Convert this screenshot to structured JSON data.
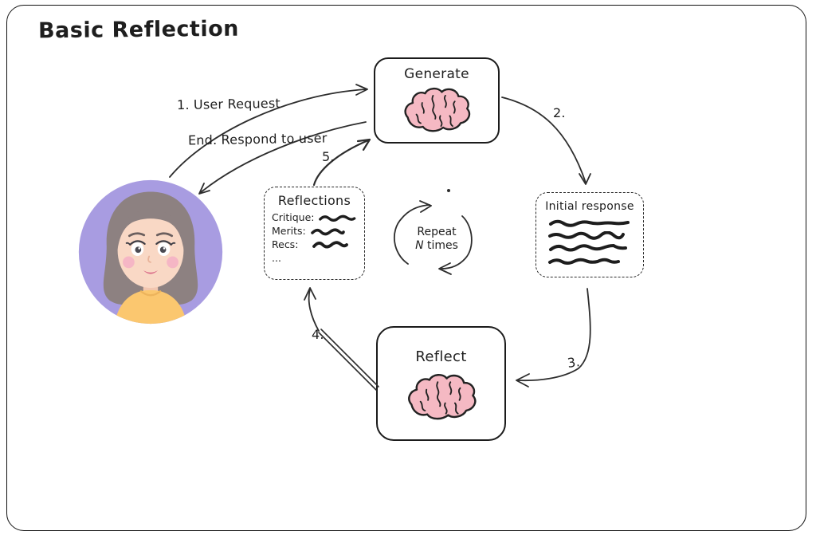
{
  "title": "Basic Reflection",
  "nodes": {
    "generate": {
      "label": "Generate",
      "icon": "brain-icon"
    },
    "initial_response": {
      "label": "Initial response",
      "scribble_lines": 4
    },
    "reflections": {
      "label": "Reflections",
      "fields": [
        "Critique:",
        "Merits:",
        "Recs:",
        "..."
      ]
    },
    "reflect": {
      "label": "Reflect",
      "icon": "brain-icon"
    }
  },
  "loop": {
    "line1": "Repeat",
    "line2_em": "N",
    "line2_rest": " times"
  },
  "arrows": {
    "user_request": "1. User Request",
    "respond": "End. Respond to user",
    "step2": "2.",
    "step3": "3.",
    "step4": "4.",
    "step5": "5."
  },
  "colors": {
    "ink": "#222222",
    "brain_fill": "#f5b9c3",
    "avatar_bg": "#a89ce1",
    "hair": "#8d8181",
    "skin": "#f9d8c5",
    "shirt": "#fbc76f",
    "blush": "#f4aec4"
  }
}
